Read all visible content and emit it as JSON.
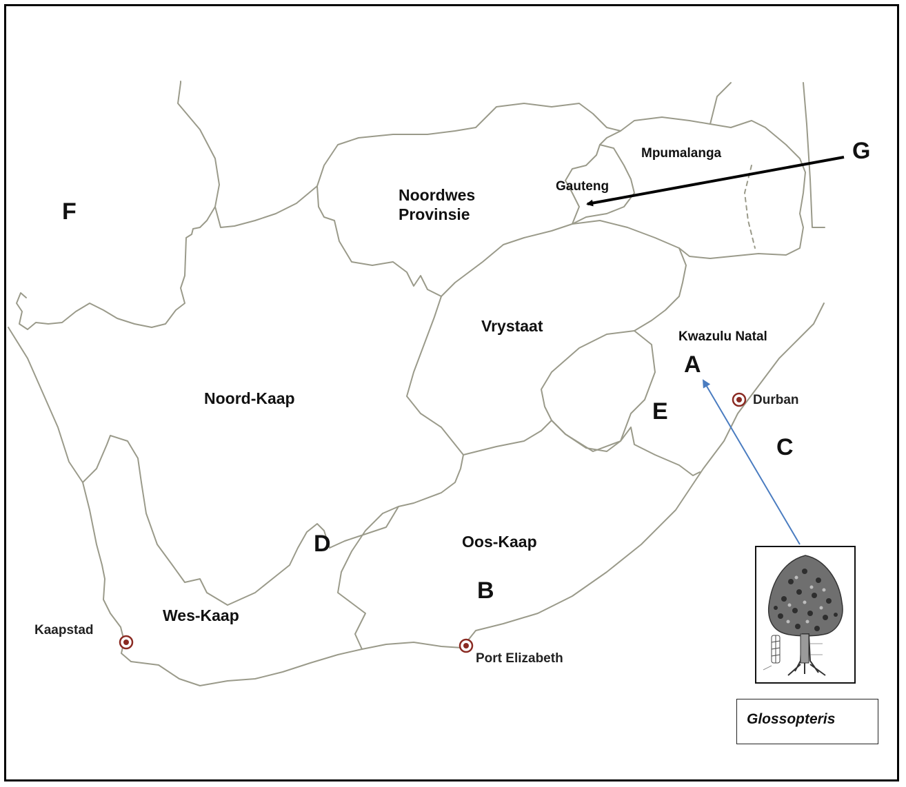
{
  "map": {
    "provinces": {
      "noordwes_line1": "Noordwes",
      "noordwes_line2": "Provinsie",
      "mpumalanga": "Mpumalanga",
      "gauteng": "Gauteng",
      "vrystaat": "Vrystaat",
      "kwazulu_natal": "Kwazulu Natal",
      "noord_kaap": "Noord-Kaap",
      "oos_kaap": "Oos-Kaap",
      "wes_kaap": "Wes-Kaap"
    },
    "cities": {
      "durban": "Durban",
      "port_elizabeth": "Port Elizabeth",
      "kaapstad": "Kaapstad"
    },
    "letters": {
      "a": "A",
      "b": "B",
      "c": "C",
      "d": "D",
      "e": "E",
      "f": "F",
      "g": "G"
    },
    "caption": "Glossopteris",
    "colors": {
      "border": "#9a9a8a",
      "frame": "#000000",
      "arrow_g": "#000000",
      "arrow_a": "#4a7cc0",
      "city_marker": "#8a2a22",
      "tree": "#555555"
    }
  }
}
